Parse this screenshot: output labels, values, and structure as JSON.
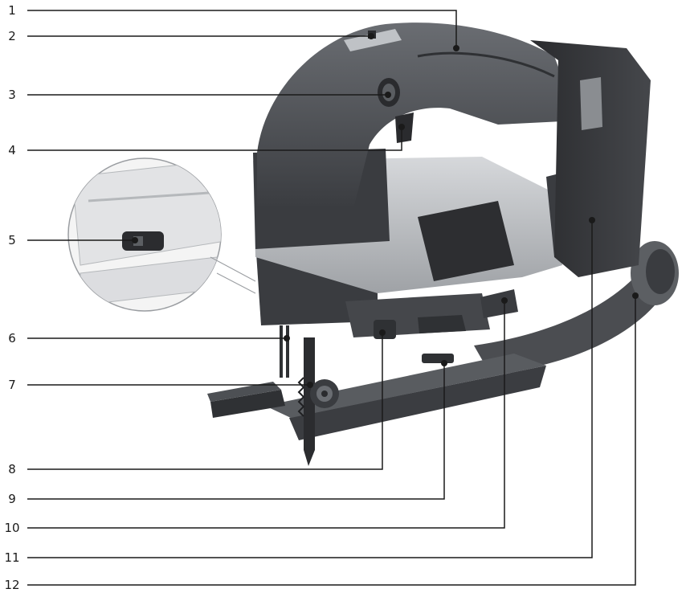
{
  "callouts": [
    {
      "label": "1"
    },
    {
      "label": "2"
    },
    {
      "label": "3"
    },
    {
      "label": "4"
    },
    {
      "label": "5"
    },
    {
      "label": "6"
    },
    {
      "label": "7"
    },
    {
      "label": "8"
    },
    {
      "label": "9"
    },
    {
      "label": "10"
    },
    {
      "label": "11"
    },
    {
      "label": "12"
    }
  ],
  "colors": {
    "leader_line": "#1a1a1a",
    "body_dark": "#3d3f42",
    "body_mid": "#55585c",
    "body_light": "#b9bcc0",
    "grip": "#4a4c50",
    "detail_bg": "#f4f4f4"
  }
}
